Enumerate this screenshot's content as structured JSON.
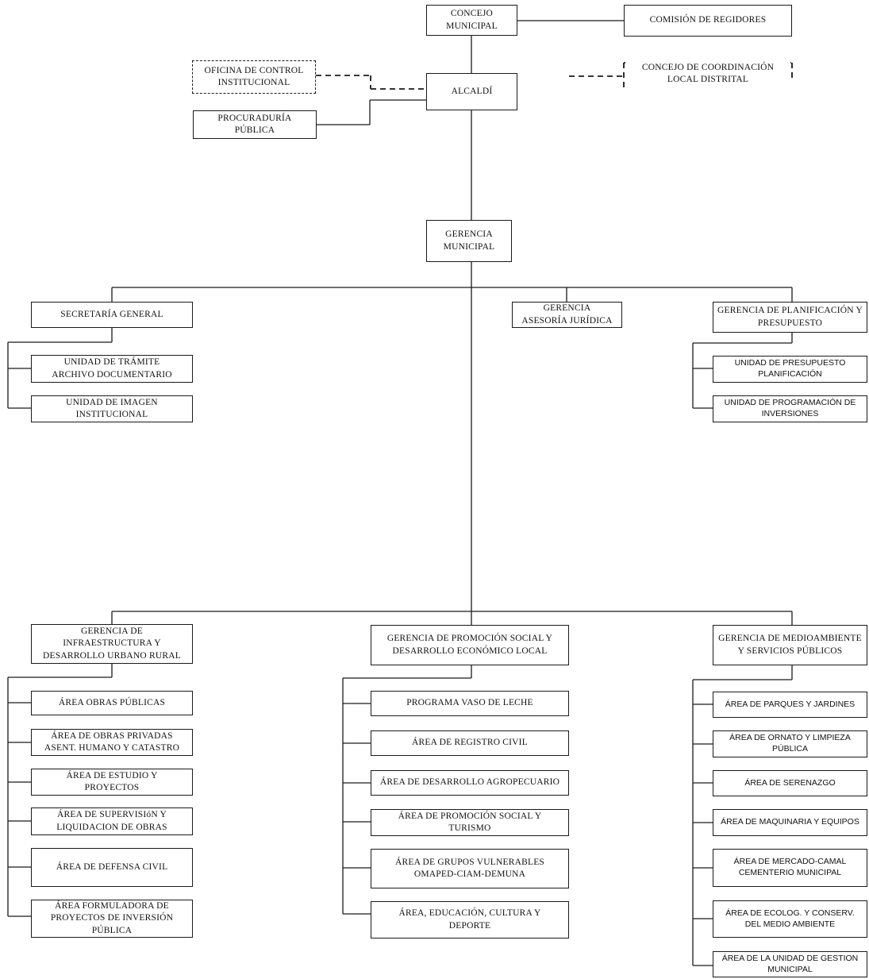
{
  "chart": {
    "top": {
      "concejo": "CONCEJO\nMUNICIPAL",
      "comision": "COMISIÓN DE REGIDORES",
      "oficina": "OFICINA DE CONTROL\nINSTITUCIONAL",
      "coordinacion": "CONCEJO DE COORDINACIÓN\nLOCAL DISTRITAL",
      "alcaldia": "ALCALDÍ",
      "procuraduria": "PROCURADURÍA\nPÚBLICA",
      "gerencia_municipal": "GERENCIA\nMUNICIPAL"
    },
    "tier1": {
      "secretaria": "SECRETARÍA GENERAL",
      "asesoria": "GERENCIA\nASESORÍA JURÍDICA",
      "planificacion": "GERENCIA DE PLANIFICACIÓN Y\nPRESUPUESTO"
    },
    "secretaria_units": [
      "UNIDAD DE TRÁMITE\nARCHIVO DOCUMENTARIO",
      "UNIDAD DE IMAGEN\nINSTITUCIONAL"
    ],
    "planificacion_units": [
      "UNIDAD DE PRESUPUESTO\nPLANIFICACIÓN",
      "UNIDAD DE PROGRAMACIÓN DE\nINVERSIONES"
    ],
    "tier2": {
      "infraestructura": "GERENCIA DE\nINFRAESTRUCTURA Y\nDESARROLLO URBANO RURAL",
      "promocion": "GERENCIA DE PROMOCIÓN SOCIAL Y\nDESARROLLO ECONÓMICO LOCAL",
      "medioambiente": "GERENCIA DE MEDIOAMBIENTE\nY SERVICIOS PÚBLICOS"
    },
    "infraestructura_areas": [
      "ÁREA OBRAS PÚBLICAS",
      "ÁREA DE OBRAS PRIVADAS\nASENT. HUMANO Y CATASTRO",
      "ÁREA DE ESTUDIO Y\nPROYECTOS",
      "ÁREA DE SUPERVISIóN Y\nLIQUIDACION DE OBRAS",
      "ÁREA DE DEFENSA CIVIL",
      "ÁREA FORMULADORA DE\nPROYECTOS DE INVERSIÓN\nPÚBLICA"
    ],
    "promocion_areas": [
      "PROGRAMA VASO DE LECHE",
      "ÁREA DE REGISTRO CIVIL",
      "ÁREA DE DESARROLLO AGROPECUARIO",
      "ÁREA DE PROMOCIÓN SOCIAL Y\nTURISMO",
      "ÁREA DE GRUPOS VULNERABLES\nOMAPED-CIAM-DEMUNA",
      "ÁREA, EDUCACIÓN, CULTURA Y\nDEPORTE"
    ],
    "medioambiente_areas": [
      "ÁREA DE PARQUES Y JARDINES",
      "ÁREA DE ORNATO Y LIMPIEZA PÚBLICA",
      "ÁREA DE SERENAZGO",
      "ÁREA DE MAQUINARIA Y EQUIPOS",
      "ÁREA DE MERCADO-CAMAL\nCEMENTERIO MUNICIPAL",
      "ÁREA DE ECOLOG. Y CONSERV.\nDEL MEDIO AMBIENTE",
      "ÁREA DE LA UNIDAD DE GESTION\nMUNICIPAL"
    ]
  }
}
